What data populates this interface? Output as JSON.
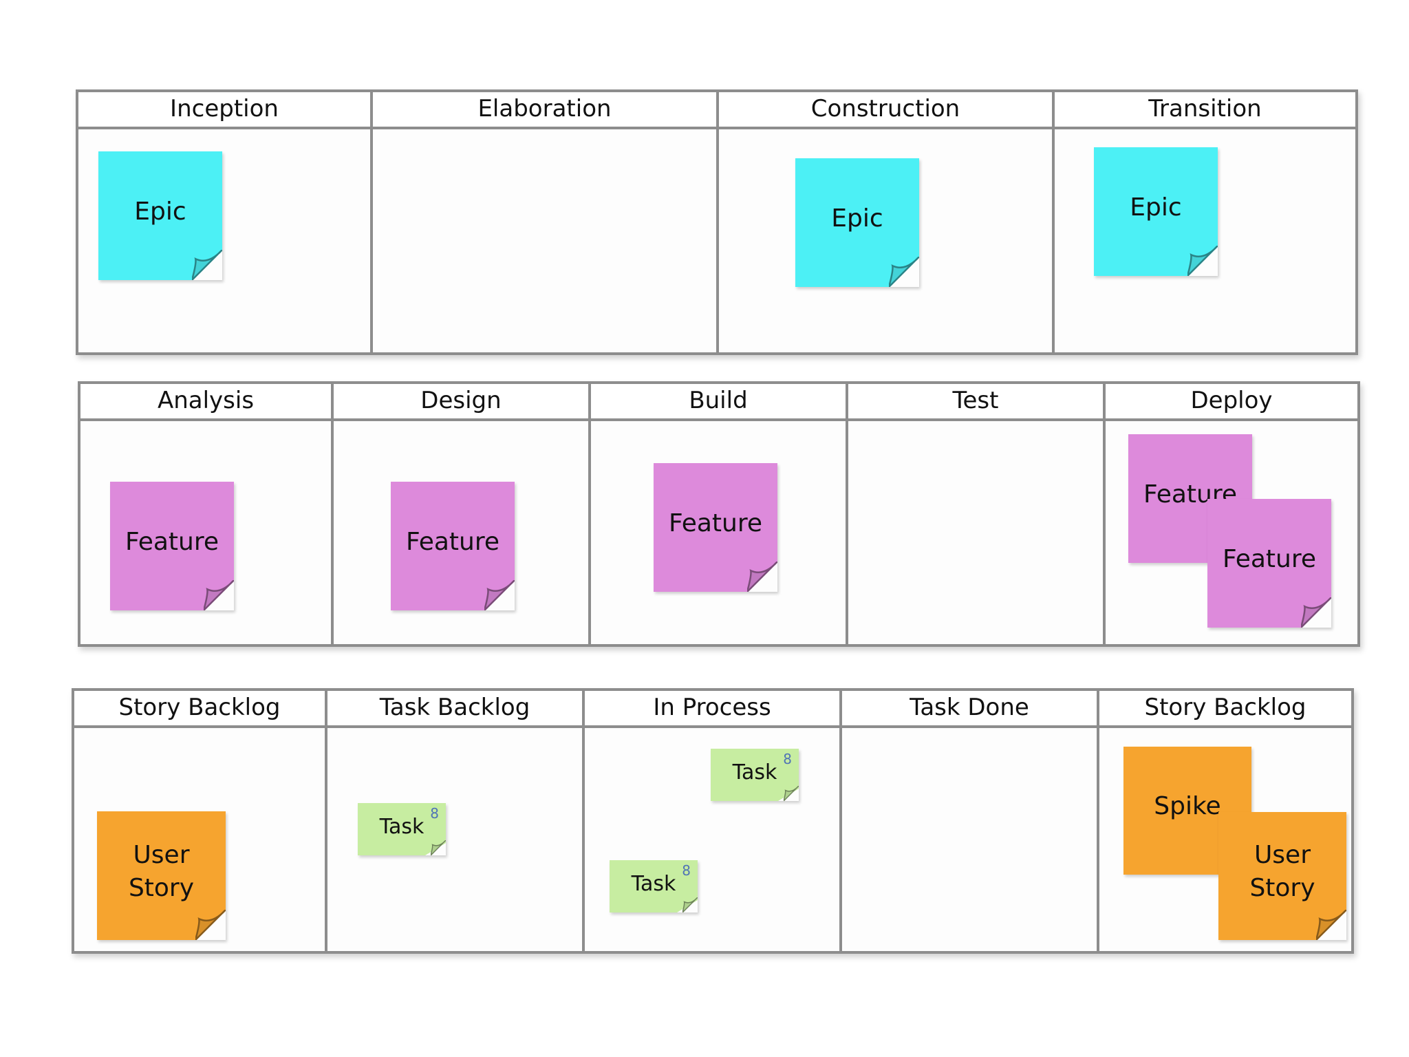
{
  "colors": {
    "epic": "#4cf0f5",
    "feature": "#dd8adb",
    "user_story": "#f6a42f",
    "task": "#c7eda1",
    "spike": "#f6a42f",
    "border": "#8d8d8d",
    "task_badge": "#4f73b6"
  },
  "board_phases": {
    "columns": [
      "Inception",
      "Elaboration",
      "Construction",
      "Transition"
    ],
    "notes": [
      {
        "label": "Epic"
      },
      {
        "label": "Epic"
      },
      {
        "label": "Epic"
      }
    ]
  },
  "board_stages": {
    "columns": [
      "Analysis",
      "Design",
      "Build",
      "Test",
      "Deploy"
    ],
    "notes": [
      {
        "label": "Feature"
      },
      {
        "label": "Feature"
      },
      {
        "label": "Feature"
      },
      {
        "label": "Feature"
      },
      {
        "label": "Feature"
      }
    ]
  },
  "board_tasks": {
    "columns": [
      "Story Backlog",
      "Task Backlog",
      "In Process",
      "Task Done",
      "Story Backlog"
    ],
    "notes": [
      {
        "label": "User\nStory"
      },
      {
        "label": "Task",
        "badge": "8"
      },
      {
        "label": "Task",
        "badge": "8"
      },
      {
        "label": "Task",
        "badge": "8"
      },
      {
        "label": "Spike"
      },
      {
        "label": "User\nStory"
      }
    ]
  }
}
